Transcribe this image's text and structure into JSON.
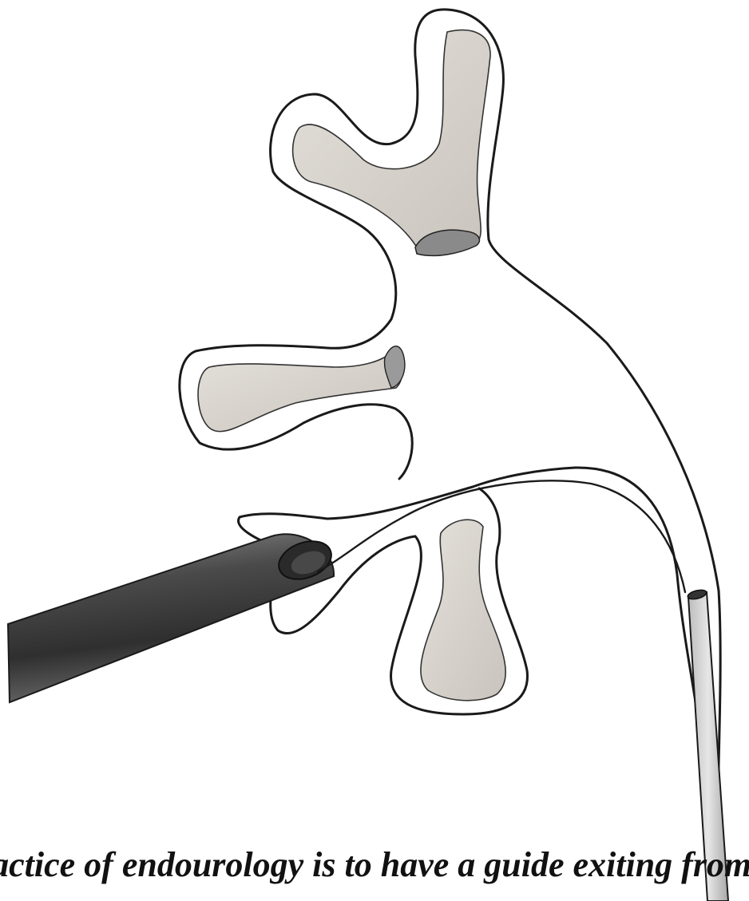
{
  "figure": {
    "caption": "ractice of endourology is to have a guide exiting from",
    "colors": {
      "ink": "#1a1a1a",
      "paper": "#ffffff",
      "calyx_shade": "#d6d2cc",
      "sheath_dark": "#3a3a3a",
      "sheath_light": "#9a9a9a",
      "ureteral_catheter": "#cfcfcf"
    },
    "structures": [
      "upper-calyx",
      "middle-calyx",
      "lower-calyx",
      "renal-pelvis",
      "ureter",
      "nephroscope-sheath",
      "guidewire",
      "ureteral-catheter"
    ]
  }
}
